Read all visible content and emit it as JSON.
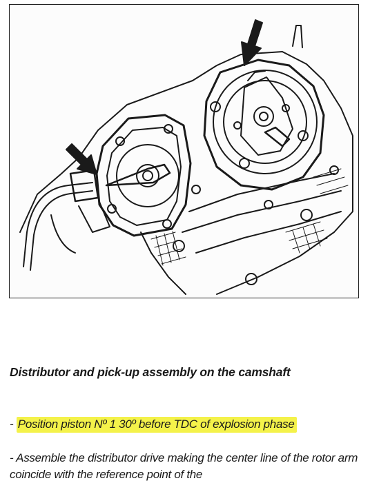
{
  "figure": {
    "icon": "engine-distributor-drawing"
  },
  "caption": "Distributor and pick-up assembly on the camshaft",
  "steps": [
    {
      "bullet": "- ",
      "text": "Position piston Nº 1 30º before TDC of explosion phase",
      "highlighted": true
    },
    {
      "bullet": "- ",
      "text": "Assemble the distributor drive making the center line of the rotor arm coincide with the reference point of the",
      "highlighted": false
    }
  ],
  "colors": {
    "highlight": "#f4f24a",
    "ink": "#1a1a1a"
  }
}
